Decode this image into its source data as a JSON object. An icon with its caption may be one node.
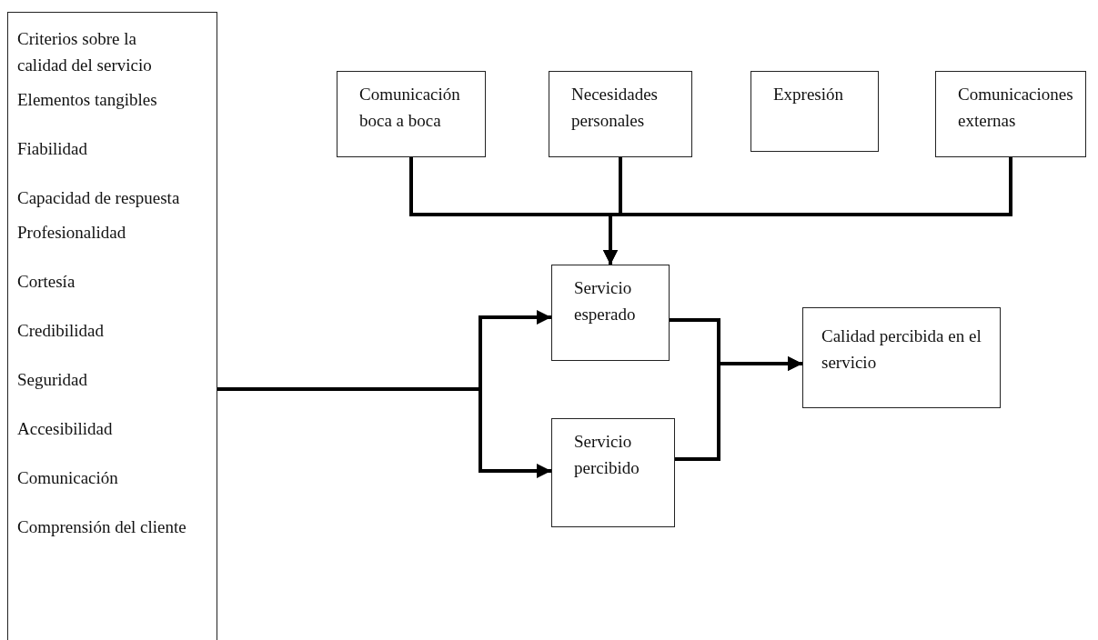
{
  "diagram": {
    "nodes": [
      {
        "text": [
          "Criterios sobre la calidad del servicio",
          "Elementos tangibles",
          "Fiabilidad",
          "Capacidad de respuesta",
          "Profesionalidad",
          "Cortesía",
          "Credibilidad",
          "Seguridad",
          "Accesibilidad",
          "Comunicación",
          "Comprensión del cliente"
        ]
      },
      {
        "text": [
          "Comunicación boca a boca"
        ]
      },
      {
        "text": [
          "Necesidades personales"
        ]
      },
      {
        "text": [
          "Expresión"
        ]
      },
      {
        "text": [
          "Comunicaciones externas"
        ]
      },
      {
        "text": [
          "Servicio esperado"
        ]
      },
      {
        "text": [
          "Servicio percibido"
        ]
      },
      {
        "text": [
          "Calidad percibida en el servicio"
        ]
      }
    ],
    "edges": [
      {
        "from": 1,
        "to": 5,
        "arrow": "to"
      },
      {
        "from": 2,
        "to": 5,
        "arrow": "to"
      },
      {
        "from": 4,
        "to": 5,
        "arrow": "to"
      },
      {
        "from": 0,
        "to": 5,
        "arrow": "to"
      },
      {
        "from": 0,
        "to": 6,
        "arrow": "to"
      },
      {
        "from": 5,
        "to": 7,
        "arrow": "to"
      },
      {
        "from": 6,
        "to": 7,
        "arrow": "to"
      }
    ]
  }
}
